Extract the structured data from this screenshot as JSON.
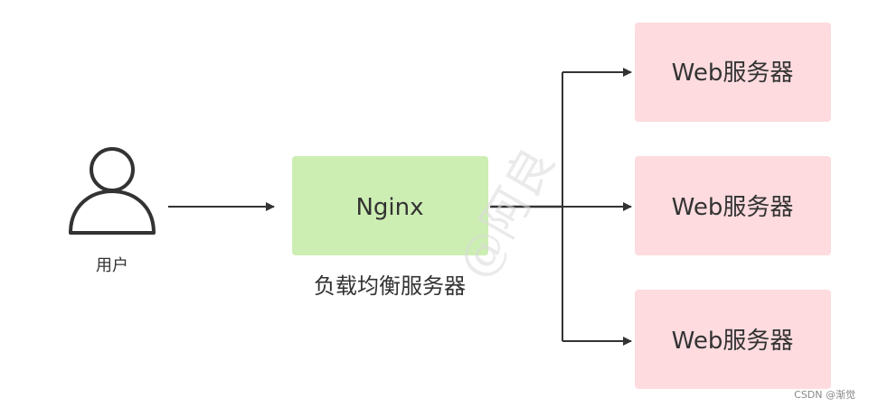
{
  "user": {
    "label": "用户",
    "icon": "person-icon"
  },
  "load_balancer": {
    "label": "Nginx",
    "caption": "负载均衡服务器",
    "color": "#cdeeb3"
  },
  "web_servers": [
    {
      "label": "Web服务器"
    },
    {
      "label": "Web服务器"
    },
    {
      "label": "Web服务器"
    }
  ],
  "web_server_color": "#fddbdf",
  "edge_color": "#333333",
  "watermark": "@阿良",
  "credit": "CSDN @渐觉"
}
